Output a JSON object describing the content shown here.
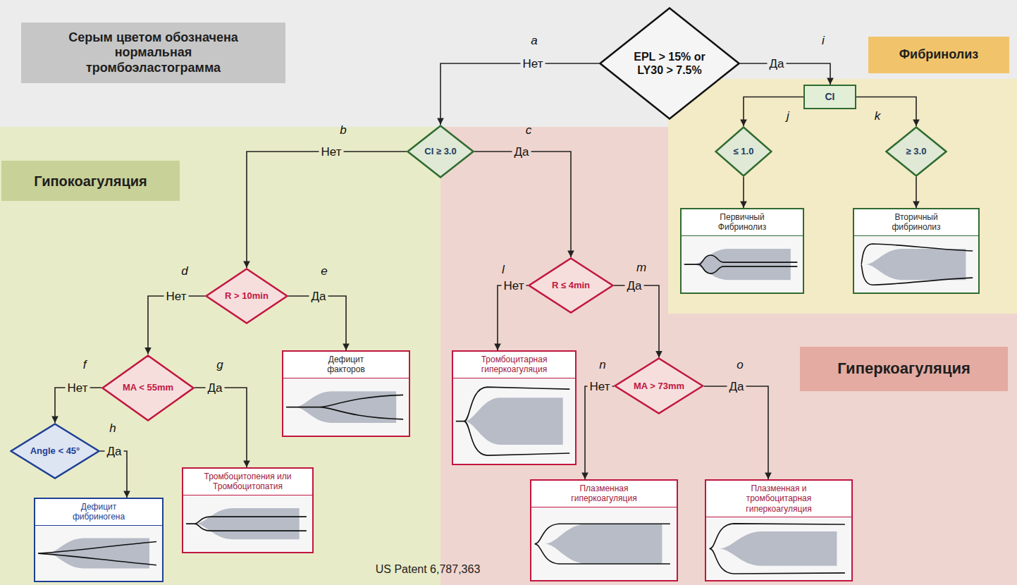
{
  "diagram": {
    "caption": "US Patent 6,787,363",
    "nodes": [
      {
        "text": [
          "Серым цветом обозначена нормальная тромбоэластограмма"
        ]
      },
      {
        "text": [
          "EPL > 15% or LY30 > 7.5%"
        ]
      },
      {
        "text": [
          "Фибринолиз"
        ]
      },
      {
        "text": [
          "CI"
        ]
      },
      {
        "text": [
          "CI ≥ 3.0"
        ]
      },
      {
        "text": [
          "≤ 1.0"
        ]
      },
      {
        "text": [
          "≥ 3.0"
        ]
      },
      {
        "text": [
          "Гипокоагуляция"
        ]
      },
      {
        "text": [
          "Первичный Фибринолиз"
        ]
      },
      {
        "text": [
          "Вторичный фибринолиз"
        ]
      },
      {
        "text": [
          "R > 10min"
        ]
      },
      {
        "text": [
          "R ≤ 4min"
        ]
      },
      {
        "text": [
          "Дефицит факторов"
        ]
      },
      {
        "text": [
          "Тромбоцитарная гиперкоагуляция"
        ]
      },
      {
        "text": [
          "Гиперкоагуляция"
        ]
      },
      {
        "text": [
          "MA < 55mm"
        ]
      },
      {
        "text": [
          "MA > 73mm"
        ]
      },
      {
        "text": [
          "Angle < 45°"
        ]
      },
      {
        "text": [
          "Тромбоцитопения или Тромбоцитопатия"
        ]
      },
      {
        "text": [
          "Плазменная гиперкоагуляция"
        ]
      },
      {
        "text": [
          "Плазменная и тромбоцитарная гиперкоагуляция"
        ]
      },
      {
        "text": [
          "Дефицит фибриногена"
        ]
      }
    ],
    "edges": [
      {
        "from": 1,
        "to": 4,
        "label": "Нет",
        "arrow": "to"
      },
      {
        "from": 1,
        "to": 3,
        "label": "Да",
        "arrow": "to"
      },
      {
        "from": 3,
        "to": 5,
        "arrow": "to"
      },
      {
        "from": 3,
        "to": 6,
        "arrow": "to"
      },
      {
        "from": 5,
        "to": 8,
        "arrow": "to"
      },
      {
        "from": 6,
        "to": 9,
        "arrow": "to"
      },
      {
        "from": 4,
        "to": 10,
        "label": "Нет",
        "arrow": "to"
      },
      {
        "from": 4,
        "to": 11,
        "label": "Да",
        "arrow": "to"
      },
      {
        "from": 10,
        "to": 15,
        "label": "Нет",
        "arrow": "to"
      },
      {
        "from": 10,
        "to": 12,
        "label": "Да",
        "arrow": "to"
      },
      {
        "from": 11,
        "to": 13,
        "label": "Нет",
        "arrow": "to"
      },
      {
        "from": 11,
        "to": 16,
        "label": "Да",
        "arrow": "to"
      },
      {
        "from": 15,
        "to": 17,
        "label": "Нет",
        "arrow": "to"
      },
      {
        "from": 15,
        "to": 18,
        "label": "Да",
        "arrow": "to"
      },
      {
        "from": 16,
        "to": 19,
        "label": "Нет",
        "arrow": "to"
      },
      {
        "from": 16,
        "to": 20,
        "label": "Да",
        "arrow": "to"
      },
      {
        "from": 17,
        "to": 21,
        "label": "Да",
        "arrow": "to"
      }
    ],
    "labels": [
      "a",
      "i",
      "j",
      "k",
      "b",
      "c",
      "d",
      "e",
      "l",
      "m",
      "f",
      "g",
      "n",
      "o",
      "h"
    ]
  }
}
